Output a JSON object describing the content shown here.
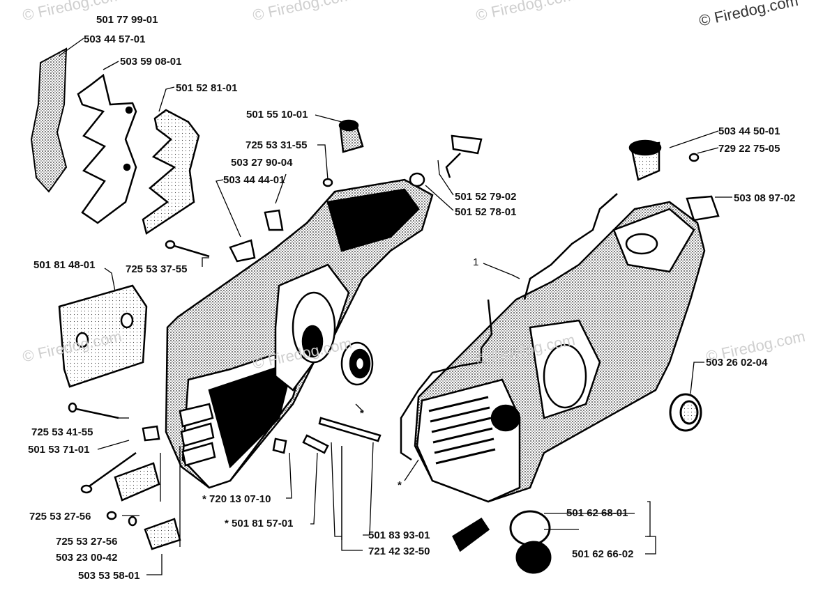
{
  "copyright": "© Firedog.com",
  "watermark": "© Firedog.com",
  "labels": {
    "p501779901": "501 77 99-01",
    "p503445701": "503 44 57-01",
    "p503590801": "503 59 08-01",
    "p501528101": "501 52 81-01",
    "p501551001": "501 55 10-01",
    "p725533155": "725 53 31-55",
    "p503279004": "503 27 90-04",
    "p503444401": "503 44 44-01",
    "p501527902": "501 52 79-02",
    "p501527801": "501 52 78-01",
    "p503445001": "503 44 50-01",
    "p729227505": "729 22 75-05",
    "p503089702": "503 08 97-02",
    "p501814801": "501 81 48-01",
    "p725533755": "725 53 37-55",
    "p1": "1",
    "p503260204": "503 26 02-04",
    "p725534155": "725 53 41-55",
    "p501537101": "501 53 71-01",
    "p720130710": "* 720 13 07-10",
    "p725532756a": "725 53 27-56",
    "p501815701": "* 501 81 57-01",
    "p725532756b": "725 53 27-56",
    "p503230042": "503 23 00-42",
    "p503535801": "503 53 58-01",
    "p501839301": "501 83 93-01",
    "p721423250": "721 42 32-50",
    "p501626801": "501 62 68-01",
    "p501626602": "501 62 66-02",
    "star1": "*",
    "star2": "*"
  }
}
